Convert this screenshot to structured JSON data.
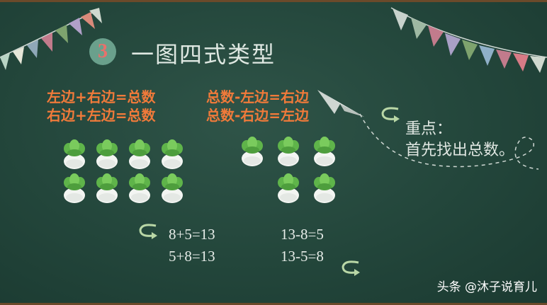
{
  "slide": {
    "section_number": "3",
    "title": "一图四式类型",
    "formulas_left": [
      "左边+右边=总数",
      "右边+左边=总数"
    ],
    "formulas_right": [
      "总数-左边=右边",
      "总数-右边=左边"
    ],
    "key_point_label": "重点：",
    "key_point_text": "首先找出总数。",
    "equations_add": [
      "8+5=13",
      "5+8=13"
    ],
    "equations_sub": [
      "13-8=5",
      "13-5=8"
    ],
    "watermark": "头条 @沐子说育儿"
  },
  "illustration": {
    "left_group_plants": 8,
    "right_group_plants": 5
  },
  "icons": [
    "bunting-flags",
    "paper-plane-icon",
    "swirl-arrow-icon",
    "plant-icon"
  ],
  "colors": {
    "board": "#23463b",
    "formula": "#f07a3a",
    "chalk": "#dfe6e1"
  }
}
